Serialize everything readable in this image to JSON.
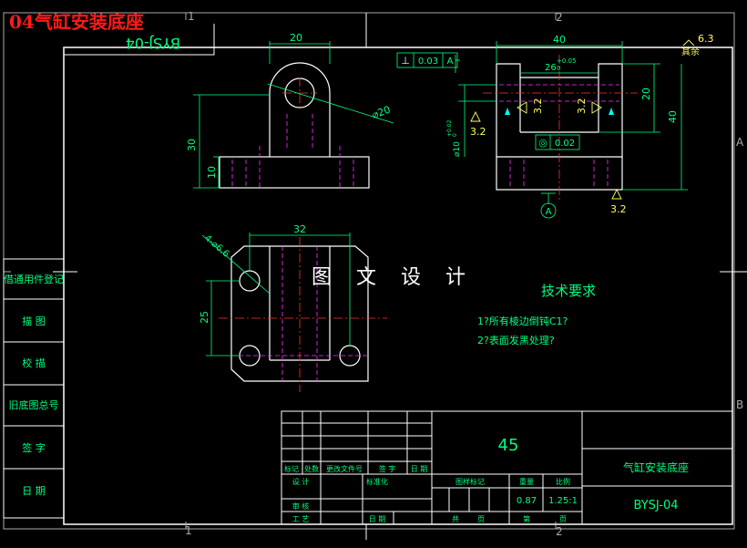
{
  "banner_title": "04气缸安装底座",
  "watermark": "图 文 设 计",
  "border": {
    "zone_top_left": "1",
    "zone_top_right": "2",
    "zone_bottom_left": "1",
    "zone_bottom_right": "2",
    "zone_right_top": "A",
    "zone_right_bottom": "B"
  },
  "corner_code_mirrored": "BYSJ-04",
  "side_column": [
    "借通用件登记",
    "描 图",
    "校 描",
    "旧底图总号",
    "签 字",
    "日 期"
  ],
  "front_view": {
    "dim_width": "20",
    "dim_height": "30",
    "dim_base": "10",
    "dim_diameter": "⌀20"
  },
  "side_view": {
    "dim_width": "40",
    "dim_slot": "26",
    "dim_slot_tol": "+0.05",
    "dim_slot_tol_lower": "0",
    "dim_height": "40",
    "dim_upper": "20",
    "dim_bore": "⌀10",
    "dim_bore_tol": "+0.02",
    "dim_bore_tol_lower": "0",
    "perp_symbol": "⊥",
    "perp_value": "0.03",
    "perp_datum": "A",
    "conc_symbol": "◎",
    "conc_value": "0.02",
    "rough_left": "3.2",
    "rough_inner_left": "3.2",
    "rough_inner_right": "3.2",
    "rough_bottom": "3.2",
    "datum_label": "A",
    "rough_rest_value": "6.3",
    "rough_rest_label": "其余"
  },
  "top_view": {
    "dim_width": "32",
    "dim_height": "25",
    "dim_holes": "4-⌀6.6"
  },
  "tech_requirements": {
    "title": "技术要求",
    "items": [
      "1?所有棱边倒钝C1?",
      "2?表面发黑处理?"
    ]
  },
  "title_block": {
    "material": "45",
    "part_name": "气缸安装底座",
    "drawing_number": "BYSJ-04",
    "weight_label": "重量",
    "scale_label": "比例",
    "weight_value": "0.87",
    "scale_value": "1.25:1",
    "stage_label": "图样标记",
    "sheets_label": "共",
    "sheets_unit": "页",
    "sheet_label": "第",
    "sheet_unit": "页",
    "rev_row": [
      "标记",
      "处数",
      "更改文件号",
      "签 字",
      "日 期"
    ],
    "designer_label": "设 计",
    "standard_label": "标准化",
    "review_label": "审 核",
    "process_label": "工 艺",
    "date_label": "日 期"
  },
  "colors": {
    "outline": "#ffffff",
    "dimension": "#00ff7f",
    "center": "#ff3333",
    "hidden": "#ff33ff",
    "annotation": "#ffff55",
    "arrow_tip": "#00ffff"
  }
}
